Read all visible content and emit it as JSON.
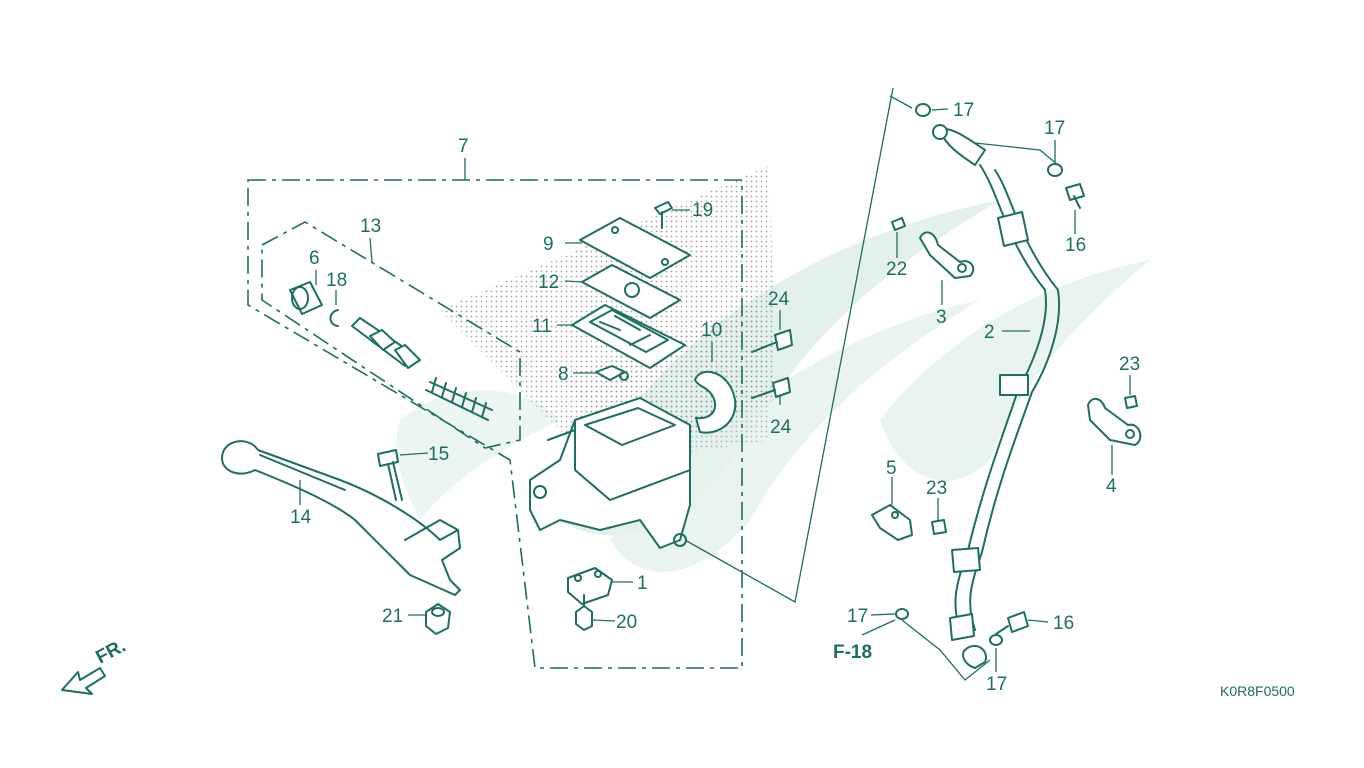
{
  "diagram": {
    "code": "K0R8F0500",
    "reference": "F-18",
    "direction": "FR.",
    "colors": {
      "line": "#1d6e63",
      "watermark": "#e3f1ec",
      "background": "#ffffff"
    },
    "callouts": [
      {
        "id": "c7",
        "label": "7"
      },
      {
        "id": "c13",
        "label": "13"
      },
      {
        "id": "c6",
        "label": "6"
      },
      {
        "id": "c18",
        "label": "18"
      },
      {
        "id": "c19",
        "label": "19"
      },
      {
        "id": "c9",
        "label": "9"
      },
      {
        "id": "c12",
        "label": "12"
      },
      {
        "id": "c11",
        "label": "11"
      },
      {
        "id": "c8",
        "label": "8"
      },
      {
        "id": "c10",
        "label": "10"
      },
      {
        "id": "c24a",
        "label": "24"
      },
      {
        "id": "c24b",
        "label": "24"
      },
      {
        "id": "c15",
        "label": "15"
      },
      {
        "id": "c14",
        "label": "14"
      },
      {
        "id": "c1",
        "label": "1"
      },
      {
        "id": "c20",
        "label": "20"
      },
      {
        "id": "c21",
        "label": "21"
      },
      {
        "id": "c17a",
        "label": "17"
      },
      {
        "id": "c17b",
        "label": "17"
      },
      {
        "id": "c16a",
        "label": "16"
      },
      {
        "id": "c22",
        "label": "22"
      },
      {
        "id": "c3",
        "label": "3"
      },
      {
        "id": "c2",
        "label": "2"
      },
      {
        "id": "c23a",
        "label": "23"
      },
      {
        "id": "c4",
        "label": "4"
      },
      {
        "id": "c5",
        "label": "5"
      },
      {
        "id": "c23b",
        "label": "23"
      },
      {
        "id": "c17c",
        "label": "17"
      },
      {
        "id": "c16b",
        "label": "16"
      },
      {
        "id": "c17d",
        "label": "17"
      }
    ]
  }
}
